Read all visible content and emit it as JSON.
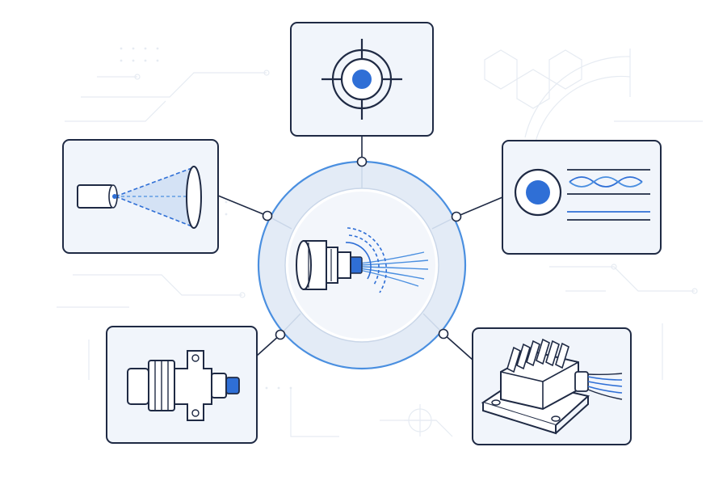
{
  "diagram": {
    "hub": {
      "icon": "fiber-optic-connector-icon"
    },
    "nodes": [
      {
        "id": "targeting",
        "icon": "crosshair-target-icon"
      },
      {
        "id": "beam-projection",
        "icon": "laser-beam-cone-icon"
      },
      {
        "id": "signal-waveform",
        "icon": "fiber-cross-section-waveform-icon"
      },
      {
        "id": "coaxial-connector",
        "icon": "fiber-connector-adapter-icon"
      },
      {
        "id": "laser-module",
        "icon": "heatsink-laser-module-icon"
      }
    ]
  },
  "colors": {
    "accent": "#2f6fd6",
    "accent_light": "#4a8fe0",
    "stroke": "#1f2a44",
    "panel_fill": "#f1f5fb",
    "ring_fill": "#e3ebf6",
    "ring_inner": "#edf2f9",
    "background_pattern": "#e6ebf2"
  }
}
